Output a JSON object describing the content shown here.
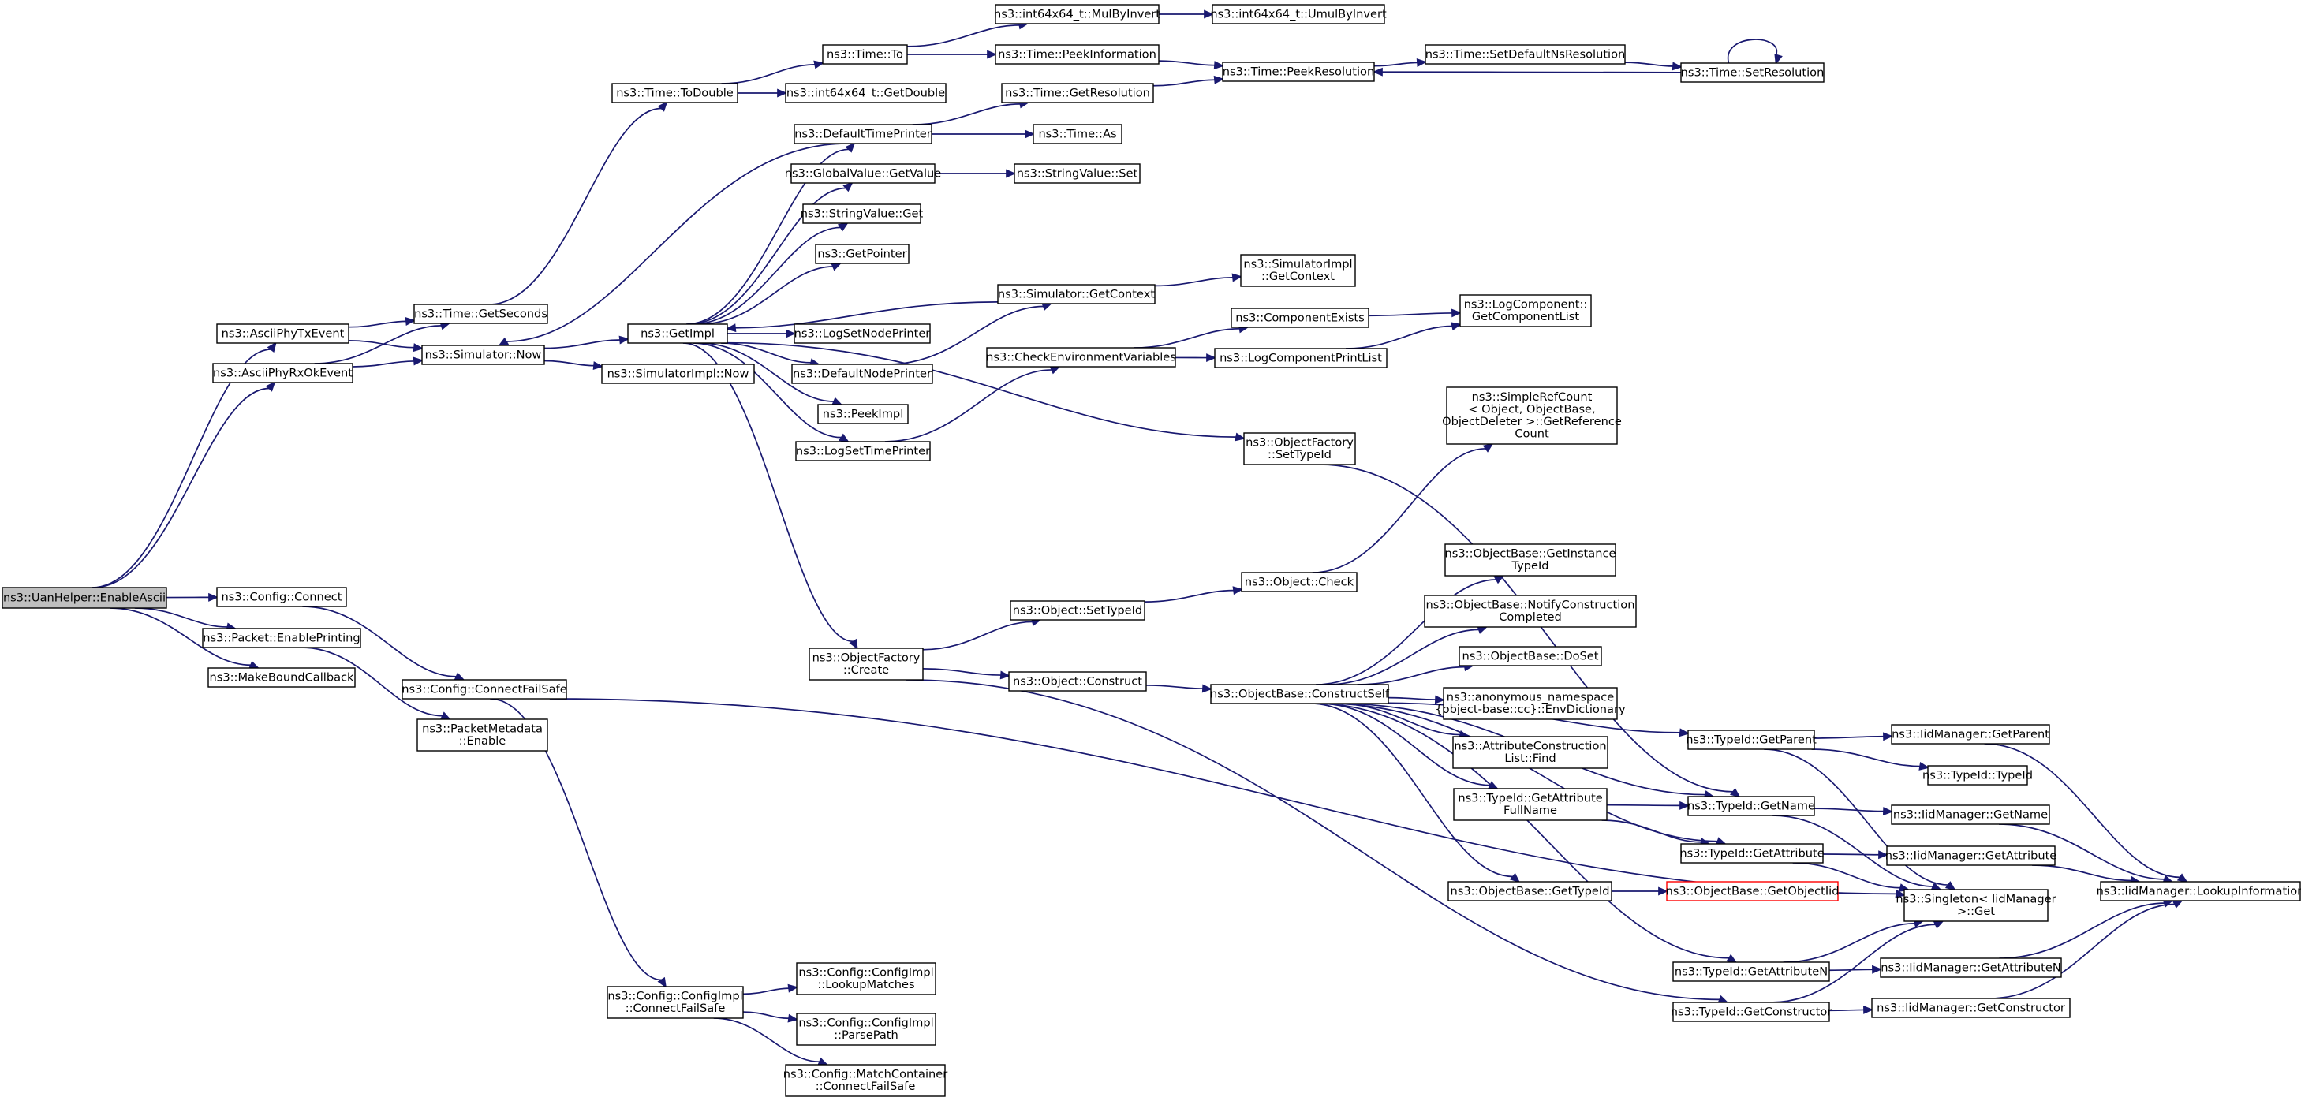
{
  "colors": {
    "edge": "#191970",
    "node_fill": "#ffffff",
    "node_border": "#000000",
    "root_fill": "#bfbfbf",
    "truncated_border": "#ff0000"
  },
  "nodes": [
    {
      "id": "n0",
      "lines": [
        "ns3::UanHelper::EnableAscii"
      ],
      "root": true
    },
    {
      "id": "n1",
      "lines": [
        "ns3::AsciiPhyTxEvent"
      ]
    },
    {
      "id": "n2",
      "lines": [
        "ns3::Time::GetSeconds"
      ]
    },
    {
      "id": "n3",
      "lines": [
        "ns3::Time::ToDouble"
      ]
    },
    {
      "id": "n4",
      "lines": [
        "ns3::Time::To"
      ]
    },
    {
      "id": "n5",
      "lines": [
        "ns3::int64x64_t::MulByInvert"
      ]
    },
    {
      "id": "n6",
      "lines": [
        "ns3::int64x64_t::UmulByInvert"
      ]
    },
    {
      "id": "n7",
      "lines": [
        "ns3::Time::PeekInformation"
      ]
    },
    {
      "id": "n8",
      "lines": [
        "ns3::Time::PeekResolution"
      ]
    },
    {
      "id": "n9",
      "lines": [
        "ns3::Time::SetDefaultNsResolution"
      ]
    },
    {
      "id": "n10",
      "lines": [
        "ns3::Time::SetResolution"
      ]
    },
    {
      "id": "n11",
      "lines": [
        "ns3::int64x64_t::GetDouble"
      ]
    },
    {
      "id": "n12",
      "lines": [
        "ns3::Simulator::Now"
      ]
    },
    {
      "id": "n13",
      "lines": [
        "ns3::GetImpl"
      ]
    },
    {
      "id": "n14",
      "lines": [
        "ns3::DefaultTimePrinter"
      ]
    },
    {
      "id": "n15",
      "lines": [
        "ns3::Time::GetResolution"
      ]
    },
    {
      "id": "n16",
      "lines": [
        "ns3::Time::As"
      ]
    },
    {
      "id": "n17",
      "lines": [
        "ns3::GlobalValue::GetValue"
      ]
    },
    {
      "id": "n18",
      "lines": [
        "ns3::StringValue::Set"
      ]
    },
    {
      "id": "n19",
      "lines": [
        "ns3::StringValue::Get"
      ]
    },
    {
      "id": "n20",
      "lines": [
        "ns3::GetPointer"
      ]
    },
    {
      "id": "n21",
      "lines": [
        "ns3::Simulator::GetContext"
      ]
    },
    {
      "id": "n22",
      "lines": [
        "ns3::SimulatorImpl",
        "::GetContext"
      ]
    },
    {
      "id": "n23",
      "lines": [
        "ns3::LogSetNodePrinter"
      ]
    },
    {
      "id": "n24",
      "lines": [
        "ns3::DefaultNodePrinter"
      ]
    },
    {
      "id": "n25",
      "lines": [
        "ns3::CheckEnvironmentVariables"
      ]
    },
    {
      "id": "n26",
      "lines": [
        "ns3::ComponentExists"
      ]
    },
    {
      "id": "n27",
      "lines": [
        "ns3::LogComponent::",
        "GetComponentList"
      ]
    },
    {
      "id": "n28",
      "lines": [
        "ns3::LogComponentPrintList"
      ]
    },
    {
      "id": "n29",
      "lines": [
        "ns3::PeekImpl"
      ]
    },
    {
      "id": "n30",
      "lines": [
        "ns3::LogSetTimePrinter"
      ]
    },
    {
      "id": "n31",
      "lines": [
        "ns3::ObjectFactory",
        "::SetTypeId"
      ]
    },
    {
      "id": "n32",
      "lines": [
        "ns3::SimpleRefCount",
        "< Object, ObjectBase,",
        "ObjectDeleter >::GetReference",
        "Count"
      ]
    },
    {
      "id": "n33",
      "lines": [
        "ns3::ObjectFactory",
        "::Create"
      ]
    },
    {
      "id": "n34",
      "lines": [
        "ns3::Object::SetTypeId"
      ]
    },
    {
      "id": "n35",
      "lines": [
        "ns3::Object::Check"
      ]
    },
    {
      "id": "n36",
      "lines": [
        "ns3::Object::Construct"
      ]
    },
    {
      "id": "n37",
      "lines": [
        "ns3::ObjectBase::ConstructSelf"
      ]
    },
    {
      "id": "n38",
      "lines": [
        "ns3::ObjectBase::GetInstance",
        "TypeId"
      ]
    },
    {
      "id": "n39",
      "lines": [
        "ns3::ObjectBase::NotifyConstruction",
        "Completed"
      ]
    },
    {
      "id": "n40",
      "lines": [
        "ns3::ObjectBase::DoSet"
      ]
    },
    {
      "id": "n41",
      "lines": [
        "ns3::anonymous_namespace",
        "{object-base::cc}::EnvDictionary"
      ]
    },
    {
      "id": "n42",
      "lines": [
        "ns3::AttributeConstruction",
        "List::Find"
      ]
    },
    {
      "id": "n43",
      "lines": [
        "ns3::TypeId::GetAttribute",
        "FullName"
      ]
    },
    {
      "id": "n44",
      "lines": [
        "ns3::TypeId::GetName"
      ]
    },
    {
      "id": "n45",
      "lines": [
        "ns3::TypeId::GetAttribute"
      ]
    },
    {
      "id": "n46",
      "lines": [
        "ns3::ObjectBase::GetTypeId"
      ]
    },
    {
      "id": "n47",
      "lines": [
        "ns3::ObjectBase::GetObjectIid"
      ],
      "truncated": true
    },
    {
      "id": "n48",
      "lines": [
        "ns3::TypeId::GetParent"
      ]
    },
    {
      "id": "n49",
      "lines": [
        "ns3::IidManager::GetParent"
      ]
    },
    {
      "id": "n50",
      "lines": [
        "ns3::TypeId::TypeId"
      ]
    },
    {
      "id": "n51",
      "lines": [
        "ns3::IidManager::GetName"
      ]
    },
    {
      "id": "n52",
      "lines": [
        "ns3::IidManager::GetAttribute"
      ]
    },
    {
      "id": "n53",
      "lines": [
        "ns3::Singleton< IidManager",
        ">::Get"
      ]
    },
    {
      "id": "n54",
      "lines": [
        "ns3::IidManager::LookupInformation"
      ]
    },
    {
      "id": "n55",
      "lines": [
        "ns3::TypeId::GetAttributeN"
      ]
    },
    {
      "id": "n56",
      "lines": [
        "ns3::IidManager::GetAttributeN"
      ]
    },
    {
      "id": "n57",
      "lines": [
        "ns3::TypeId::GetConstructor"
      ]
    },
    {
      "id": "n58",
      "lines": [
        "ns3::IidManager::GetConstructor"
      ]
    },
    {
      "id": "n59",
      "lines": [
        "ns3::AsciiPhyRxOkEvent"
      ]
    },
    {
      "id": "n60",
      "lines": [
        "ns3::SimulatorImpl::Now"
      ]
    },
    {
      "id": "n61",
      "lines": [
        "ns3::Config::Connect"
      ]
    },
    {
      "id": "n62",
      "lines": [
        "ns3::Config::ConnectFailSafe"
      ]
    },
    {
      "id": "n63",
      "lines": [
        "ns3::Config::ConfigImpl",
        "::ConnectFailSafe"
      ]
    },
    {
      "id": "n64",
      "lines": [
        "ns3::Config::ConfigImpl",
        "::LookupMatches"
      ]
    },
    {
      "id": "n65",
      "lines": [
        "ns3::Config::ConfigImpl",
        "::ParsePath"
      ]
    },
    {
      "id": "n66",
      "lines": [
        "ns3::Config::MatchContainer",
        "::ConnectFailSafe"
      ]
    },
    {
      "id": "n67",
      "lines": [
        "ns3::Packet::EnablePrinting"
      ]
    },
    {
      "id": "n68",
      "lines": [
        "ns3::PacketMetadata",
        "::Enable"
      ]
    },
    {
      "id": "n69",
      "lines": [
        "ns3::MakeBoundCallback"
      ]
    }
  ],
  "edges": [
    [
      "n0",
      "n1"
    ],
    [
      "n0",
      "n59"
    ],
    [
      "n0",
      "n61"
    ],
    [
      "n0",
      "n67"
    ],
    [
      "n0",
      "n69"
    ],
    [
      "n1",
      "n2"
    ],
    [
      "n1",
      "n12"
    ],
    [
      "n59",
      "n2"
    ],
    [
      "n59",
      "n12"
    ],
    [
      "n2",
      "n3"
    ],
    [
      "n3",
      "n4"
    ],
    [
      "n3",
      "n11"
    ],
    [
      "n4",
      "n5"
    ],
    [
      "n4",
      "n7"
    ],
    [
      "n5",
      "n6"
    ],
    [
      "n7",
      "n8"
    ],
    [
      "n8",
      "n9"
    ],
    [
      "n9",
      "n10"
    ],
    [
      "n10",
      "n8"
    ],
    [
      "n10",
      "n10"
    ],
    [
      "n15",
      "n8"
    ],
    [
      "n12",
      "n13"
    ],
    [
      "n12",
      "n60"
    ],
    [
      "n13",
      "n14"
    ],
    [
      "n14",
      "n12"
    ],
    [
      "n14",
      "n15"
    ],
    [
      "n14",
      "n16"
    ],
    [
      "n13",
      "n17"
    ],
    [
      "n17",
      "n18"
    ],
    [
      "n13",
      "n19"
    ],
    [
      "n13",
      "n20"
    ],
    [
      "n13",
      "n23"
    ],
    [
      "n13",
      "n24"
    ],
    [
      "n13",
      "n29"
    ],
    [
      "n13",
      "n30"
    ],
    [
      "n13",
      "n31"
    ],
    [
      "n13",
      "n33"
    ],
    [
      "n24",
      "n21"
    ],
    [
      "n21",
      "n13"
    ],
    [
      "n21",
      "n22"
    ],
    [
      "n30",
      "n25"
    ],
    [
      "n25",
      "n26"
    ],
    [
      "n25",
      "n28"
    ],
    [
      "n26",
      "n27"
    ],
    [
      "n28",
      "n27"
    ],
    [
      "n31",
      "n44"
    ],
    [
      "n33",
      "n34"
    ],
    [
      "n33",
      "n36"
    ],
    [
      "n33",
      "n57"
    ],
    [
      "n34",
      "n35"
    ],
    [
      "n36",
      "n37"
    ],
    [
      "n35",
      "n32"
    ],
    [
      "n37",
      "n38"
    ],
    [
      "n37",
      "n39"
    ],
    [
      "n37",
      "n40"
    ],
    [
      "n37",
      "n41"
    ],
    [
      "n37",
      "n42"
    ],
    [
      "n37",
      "n43"
    ],
    [
      "n37",
      "n44"
    ],
    [
      "n37",
      "n45"
    ],
    [
      "n37",
      "n46"
    ],
    [
      "n37",
      "n48"
    ],
    [
      "n37",
      "n55"
    ],
    [
      "n43",
      "n44"
    ],
    [
      "n43",
      "n45"
    ],
    [
      "n46",
      "n47"
    ],
    [
      "n48",
      "n49"
    ],
    [
      "n48",
      "n50"
    ],
    [
      "n48",
      "n53"
    ],
    [
      "n44",
      "n51"
    ],
    [
      "n44",
      "n53"
    ],
    [
      "n45",
      "n52"
    ],
    [
      "n45",
      "n53"
    ],
    [
      "n49",
      "n54"
    ],
    [
      "n51",
      "n54"
    ],
    [
      "n52",
      "n54"
    ],
    [
      "n55",
      "n53"
    ],
    [
      "n55",
      "n56"
    ],
    [
      "n56",
      "n54"
    ],
    [
      "n57",
      "n53"
    ],
    [
      "n57",
      "n58"
    ],
    [
      "n58",
      "n54"
    ],
    [
      "n61",
      "n62"
    ],
    [
      "n62",
      "n53"
    ],
    [
      "n62",
      "n63"
    ],
    [
      "n63",
      "n64"
    ],
    [
      "n63",
      "n65"
    ],
    [
      "n63",
      "n66"
    ],
    [
      "n67",
      "n68"
    ]
  ]
}
